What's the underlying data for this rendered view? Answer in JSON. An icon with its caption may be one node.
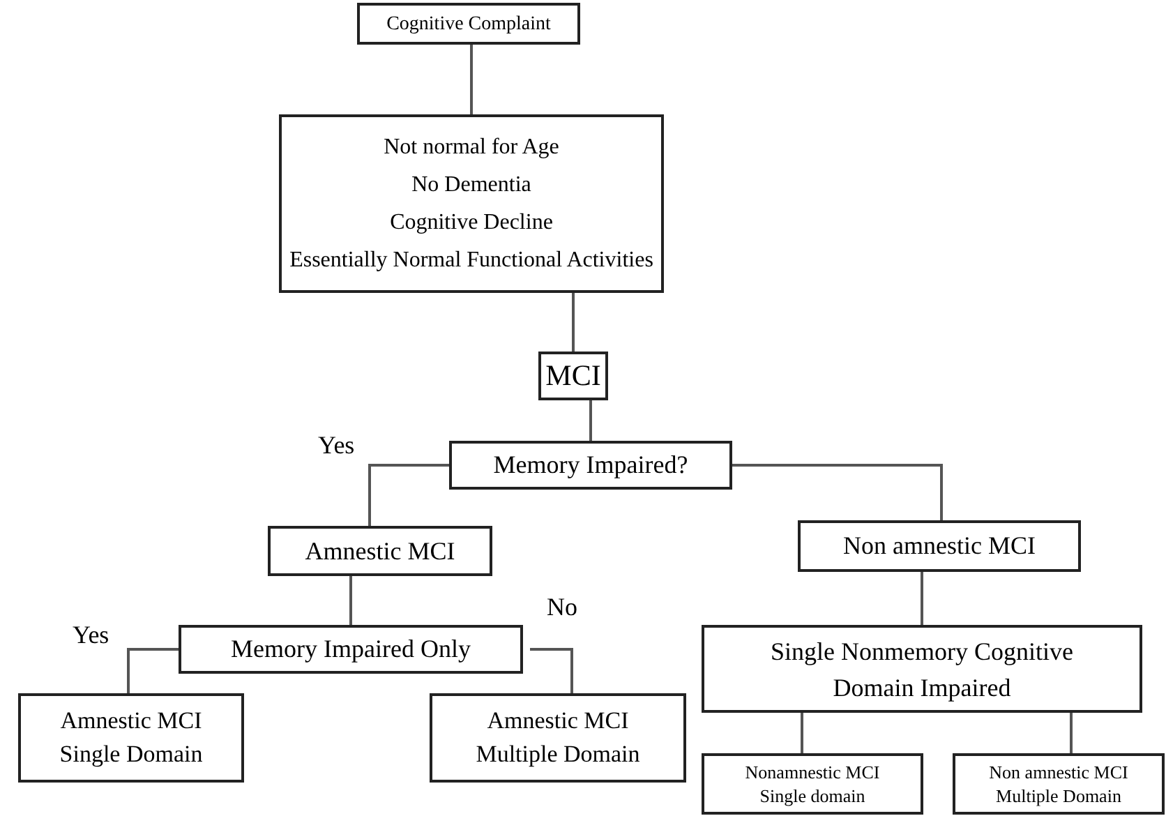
{
  "diagram": {
    "nodes": [
      {
        "text": [
          "Cognitive Complaint"
        ]
      },
      {
        "text": [
          "Not normal for Age",
          "No Dementia",
          "Cognitive Decline",
          "Essentially Normal Functional Activities"
        ]
      },
      {
        "text": [
          "MCI"
        ]
      },
      {
        "text": [
          "Memory Impaired?"
        ]
      },
      {
        "text": [
          "Amnestic MCI"
        ]
      },
      {
        "text": [
          "Non amnestic MCI"
        ]
      },
      {
        "text": [
          "Memory Impaired Only"
        ]
      },
      {
        "text": [
          "Amnestic MCI Single Domain"
        ]
      },
      {
        "text": [
          "Amnestic MCI Multiple Domain"
        ]
      },
      {
        "text": [
          "Single Nonmemory Cognitive Domain Impaired"
        ]
      },
      {
        "text": [
          "Nonamnestic MCI Single domain"
        ]
      },
      {
        "text": [
          "Non amnestic MCI Multiple Domain"
        ]
      }
    ],
    "edges": [
      {
        "from": 0,
        "to": 1,
        "arrow": "none"
      },
      {
        "from": 1,
        "to": 2,
        "arrow": "none"
      },
      {
        "from": 2,
        "to": 3,
        "arrow": "none"
      },
      {
        "from": 3,
        "to": 4,
        "arrow": "none",
        "label": "Yes"
      },
      {
        "from": 3,
        "to": 5,
        "arrow": "none"
      },
      {
        "from": 4,
        "to": 6,
        "arrow": "none"
      },
      {
        "from": 6,
        "to": 7,
        "arrow": "none",
        "label": "Yes"
      },
      {
        "from": 6,
        "to": 8,
        "arrow": "none",
        "label": "No"
      },
      {
        "from": 5,
        "to": 9,
        "arrow": "none"
      },
      {
        "from": 9,
        "to": 10,
        "arrow": "none"
      },
      {
        "from": 9,
        "to": 11,
        "arrow": "none"
      }
    ]
  }
}
